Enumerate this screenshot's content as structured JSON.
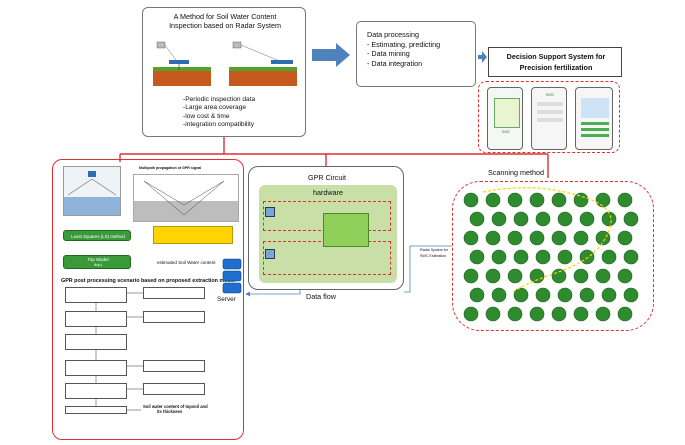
{
  "method_box": {
    "title_line1": "A Method for Soil Water Content",
    "title_line2": "Inspection based on Radar System",
    "features": [
      "-Periodic inspection data",
      "-Large area coverage",
      "-low cost & time",
      "-integration compatibility"
    ]
  },
  "data_processing": {
    "title": "Data processing",
    "items": [
      "- Estimating, predicting",
      "- Data mining",
      "- Data integration"
    ]
  },
  "dss": {
    "title_line1": "Decision Support System for",
    "title_line2": "Precision fertilization",
    "phone_labels": [
      "SWC",
      "SWC"
    ]
  },
  "gpr": {
    "multipath_title": "Multipath propagation of GPR signal",
    "least_squares": "Least Squares (LS) method",
    "top_model": "Top Model",
    "top_model_sub": "θv(ε)",
    "estimated_label": "estimated Soil Water content",
    "scheme_title": "GPR post processing scenario based on proposed extraction model",
    "result_text_1": "Soil water content of topsoil and",
    "result_text_2": "its thickness"
  },
  "server": {
    "label": "Server"
  },
  "circuit": {
    "title": "GPR Circuit",
    "hardware": "hardware",
    "data_flow": "Data flow"
  },
  "scanning": {
    "title": "Scanning method",
    "radar_label_1": "Radar System for",
    "radar_label_2": "SWC Estimation"
  },
  "colors": {
    "arrow_blue": "#4f81bd",
    "red_dash": "#e03030",
    "green_dark": "#2e8b2e",
    "yellow": "#ffd400",
    "circuit_green": "#c9dfa8"
  }
}
